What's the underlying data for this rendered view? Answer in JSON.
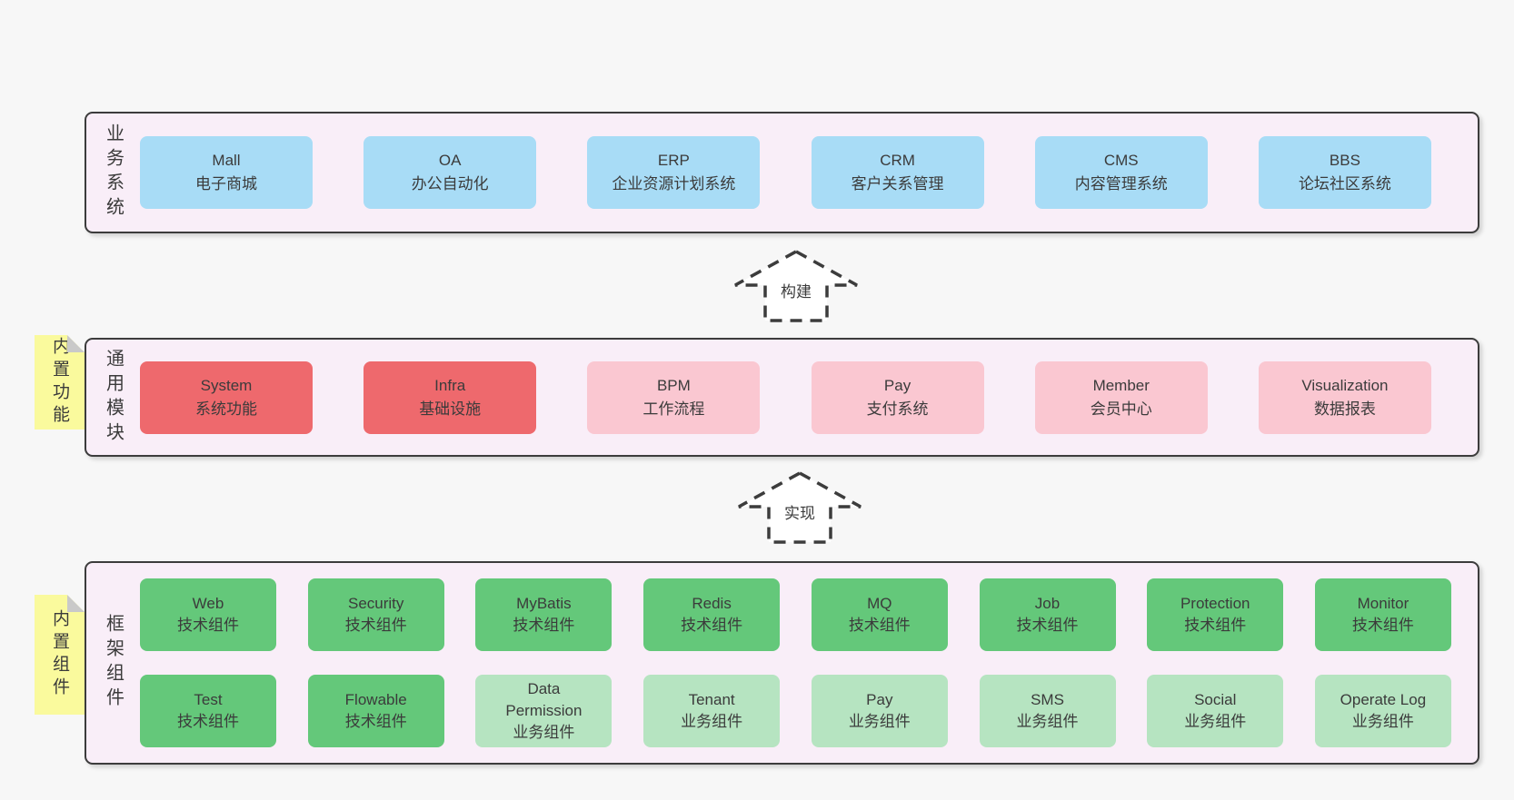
{
  "colors": {
    "page_bg": "#f7f7f7",
    "section_bg": "#f9eef8",
    "border": "#3c3c3c",
    "text": "#3b3b3b",
    "box_blue": "#a8dcf6",
    "box_red": "#ee696d",
    "box_pink": "#fac7d1",
    "box_green_dark": "#64c87a",
    "box_green_light": "#b6e4c1",
    "sticky_yellow": "#fafa9d",
    "fold_gray": "#c9c9c9"
  },
  "stickies": {
    "modules": "内置功能",
    "framework": "内置组件"
  },
  "arrows": {
    "build": "构建",
    "implement": "实现"
  },
  "sections": {
    "business": {
      "label": "业务系统",
      "boxes": [
        {
          "title": "Mall",
          "subtitle": "电子商城",
          "variant": "blue"
        },
        {
          "title": "OA",
          "subtitle": "办公自动化",
          "variant": "blue"
        },
        {
          "title": "ERP",
          "subtitle": "企业资源计划系统",
          "variant": "blue"
        },
        {
          "title": "CRM",
          "subtitle": "客户关系管理",
          "variant": "blue"
        },
        {
          "title": "CMS",
          "subtitle": "内容管理系统",
          "variant": "blue"
        },
        {
          "title": "BBS",
          "subtitle": "论坛社区系统",
          "variant": "blue"
        }
      ]
    },
    "modules": {
      "label": "通用模块",
      "boxes": [
        {
          "title": "System",
          "subtitle": "系统功能",
          "variant": "red"
        },
        {
          "title": "Infra",
          "subtitle": "基础设施",
          "variant": "red"
        },
        {
          "title": "BPM",
          "subtitle": "工作流程",
          "variant": "pink"
        },
        {
          "title": "Pay",
          "subtitle": "支付系统",
          "variant": "pink"
        },
        {
          "title": "Member",
          "subtitle": "会员中心",
          "variant": "pink"
        },
        {
          "title": "Visualization",
          "subtitle": "数据报表",
          "variant": "pink"
        }
      ]
    },
    "framework": {
      "label": "框架组件",
      "row1": [
        {
          "title": "Web",
          "subtitle": "技术组件",
          "variant": "green-dark"
        },
        {
          "title": "Security",
          "subtitle": "技术组件",
          "variant": "green-dark"
        },
        {
          "title": "MyBatis",
          "subtitle": "技术组件",
          "variant": "green-dark"
        },
        {
          "title": "Redis",
          "subtitle": "技术组件",
          "variant": "green-dark"
        },
        {
          "title": "MQ",
          "subtitle": "技术组件",
          "variant": "green-dark"
        },
        {
          "title": "Job",
          "subtitle": "技术组件",
          "variant": "green-dark"
        },
        {
          "title": "Protection",
          "subtitle": "技术组件",
          "variant": "green-dark"
        },
        {
          "title": "Monitor",
          "subtitle": "技术组件",
          "variant": "green-dark"
        }
      ],
      "row2": [
        {
          "title": "Test",
          "subtitle": "技术组件",
          "variant": "green-dark"
        },
        {
          "title": "Flowable",
          "subtitle": "技术组件",
          "variant": "green-dark"
        },
        {
          "title": "Data Permission",
          "subtitle": "业务组件",
          "variant": "green-light"
        },
        {
          "title": "Tenant",
          "subtitle": "业务组件",
          "variant": "green-light"
        },
        {
          "title": "Pay",
          "subtitle": "业务组件",
          "variant": "green-light"
        },
        {
          "title": "SMS",
          "subtitle": "业务组件",
          "variant": "green-light"
        },
        {
          "title": "Social",
          "subtitle": "业务组件",
          "variant": "green-light"
        },
        {
          "title": "Operate Log",
          "subtitle": "业务组件",
          "variant": "green-light"
        }
      ]
    }
  }
}
